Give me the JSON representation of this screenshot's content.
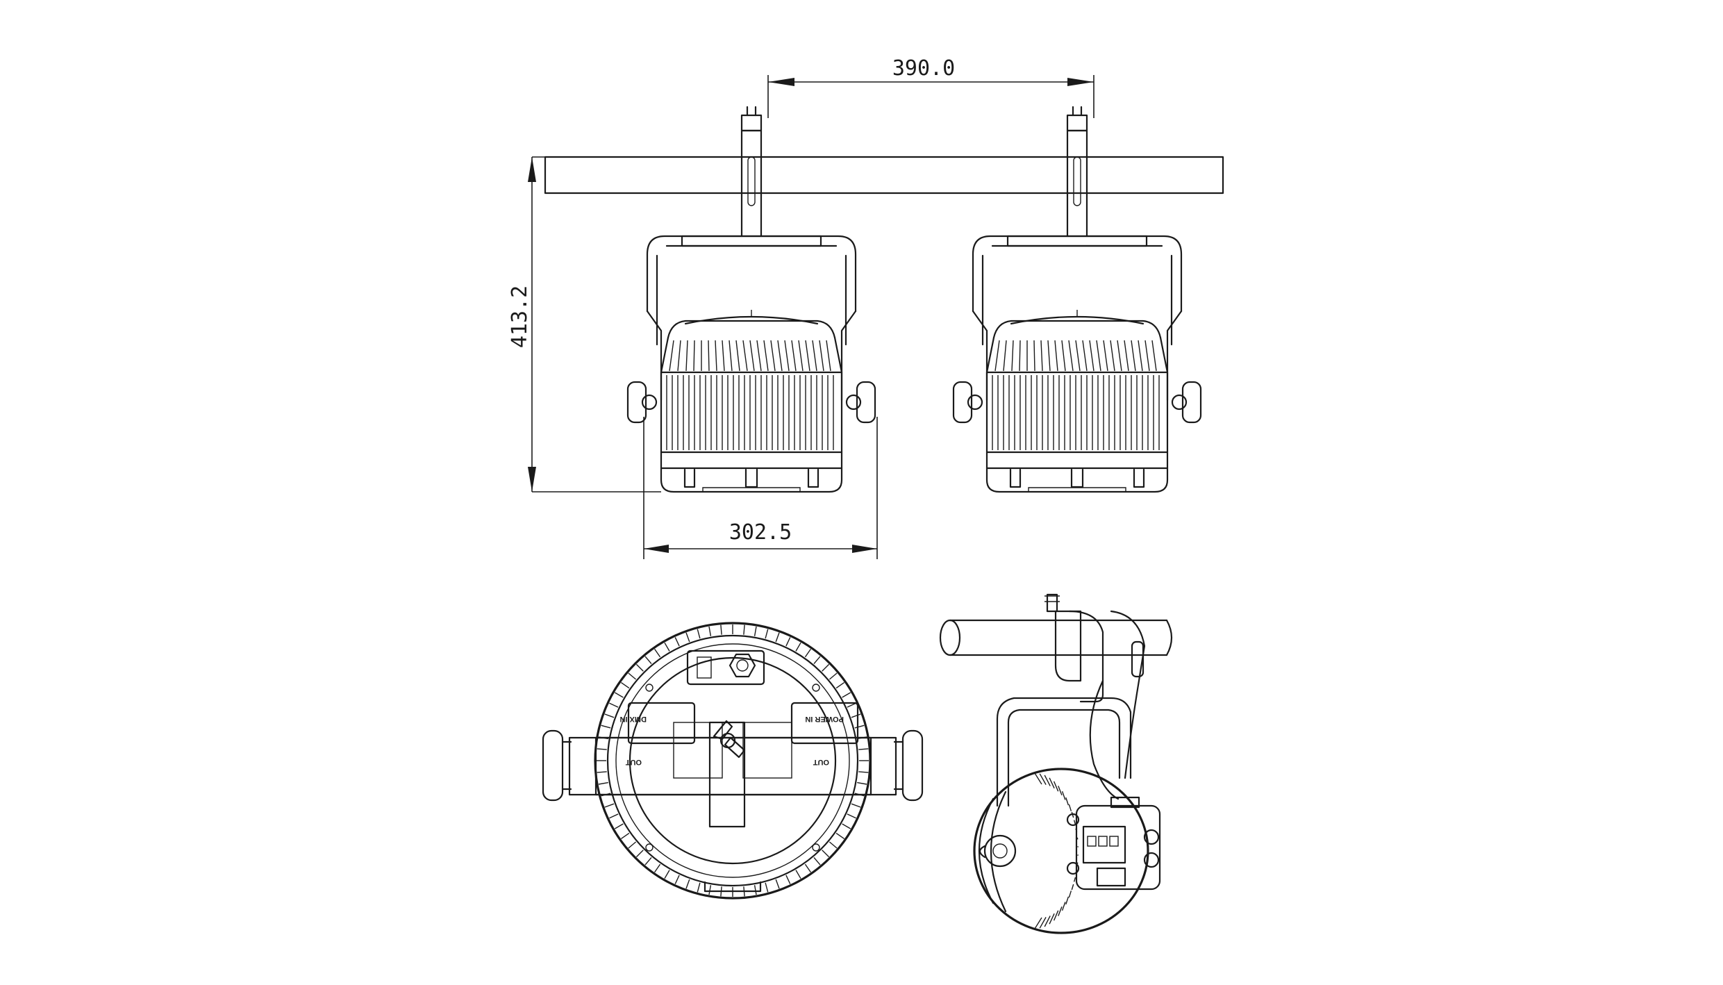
{
  "dimensions": {
    "spacing": "390.0",
    "height": "413.2",
    "width": "302.5"
  },
  "rear_panel_labels": {
    "dmx_in": "DMX IN",
    "power_in": "POWER IN",
    "output_left": "OUT",
    "output_right": "OUT"
  }
}
